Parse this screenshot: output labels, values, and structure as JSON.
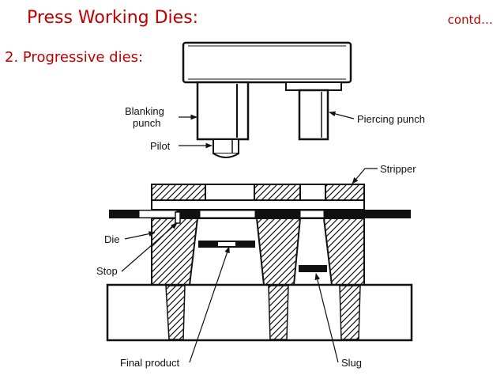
{
  "slide": {
    "title": "Press Working Dies:",
    "contd": "contd…",
    "subtitle": "2. Progressive dies:"
  },
  "diagram": {
    "labels": {
      "blanking_punch_line1": "Blanking",
      "blanking_punch_line2": "punch",
      "pilot": "Pilot",
      "piercing_punch": "Piercing punch",
      "stripper": "Stripper",
      "die": "Die",
      "stop": "Stop",
      "final_product": "Final product",
      "slug": "Slug"
    },
    "colors": {
      "title": "#c00000",
      "ink": "#111111",
      "fill": "#ffffff"
    }
  }
}
